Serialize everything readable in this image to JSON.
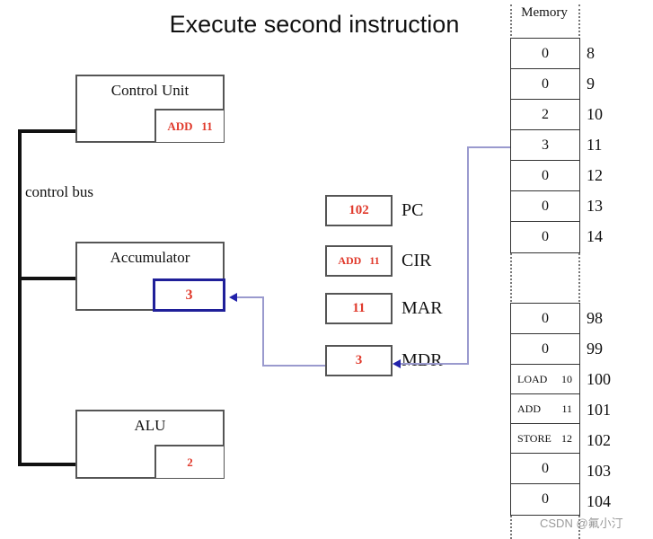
{
  "title": "Execute second instruction",
  "control_bus": {
    "label": "control bus"
  },
  "cpu": {
    "control_unit": {
      "label": "Control Unit",
      "register_value": "ADD   11"
    },
    "accumulator": {
      "label": "Accumulator",
      "register_value": "3"
    },
    "alu": {
      "label": "ALU",
      "register_value": "2"
    }
  },
  "registers": [
    {
      "name": "PC",
      "value": "102"
    },
    {
      "name": "CIR",
      "value": "ADD   11"
    },
    {
      "name": "MAR",
      "value": "11"
    },
    {
      "name": "MDR",
      "value": "3"
    }
  ],
  "memory": {
    "header": "Memory",
    "group1": [
      {
        "value": "0",
        "address": "8"
      },
      {
        "value": "0",
        "address": "9"
      },
      {
        "value": "2",
        "address": "10"
      },
      {
        "value": "3",
        "address": "11"
      },
      {
        "value": "0",
        "address": "12"
      },
      {
        "value": "0",
        "address": "13"
      },
      {
        "value": "0",
        "address": "14"
      }
    ],
    "group2": [
      {
        "value": "0",
        "address": "98"
      },
      {
        "value": "0",
        "address": "99"
      },
      {
        "opcode": "LOAD",
        "operand": "10",
        "address": "100"
      },
      {
        "opcode": "ADD",
        "operand": "11",
        "address": "101"
      },
      {
        "opcode": "STORE",
        "operand": "12",
        "address": "102"
      },
      {
        "value": "0",
        "address": "103"
      },
      {
        "value": "0",
        "address": "104"
      }
    ]
  },
  "watermark": "CSDN @氟小汀",
  "colors": {
    "accent_red": "#e0392b",
    "highlight_blue": "#1f1f99",
    "connector_blue": "#9a9ace",
    "arrow_navy": "#2222aa"
  }
}
